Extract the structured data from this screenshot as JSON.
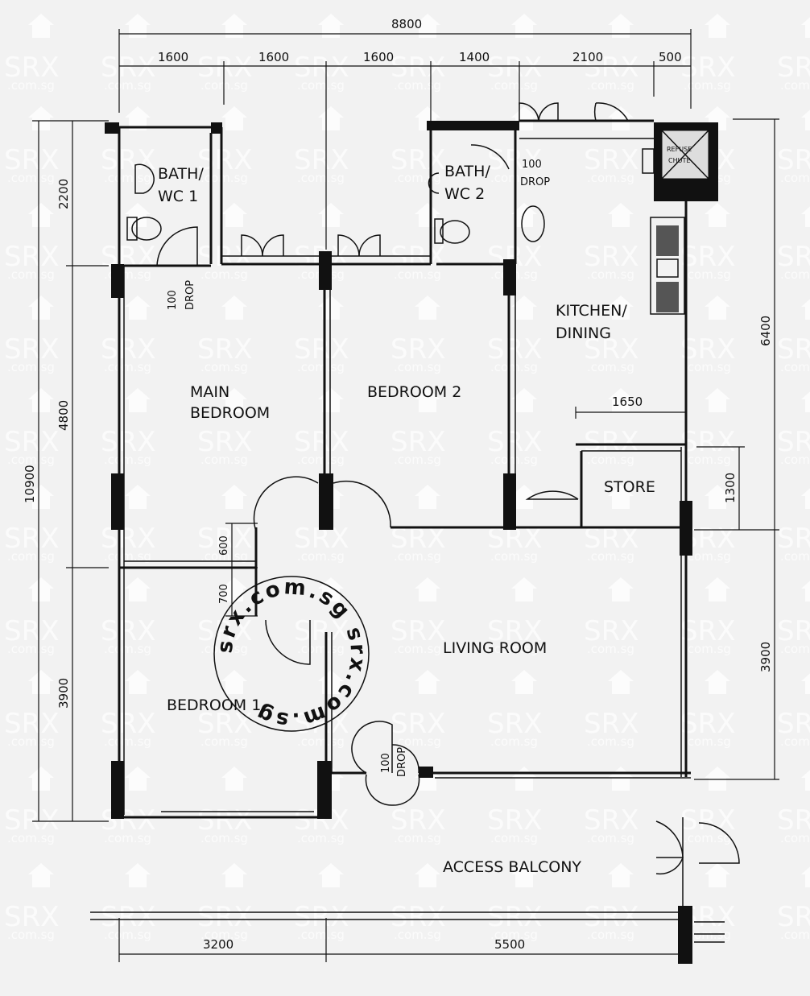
{
  "rooms": {
    "bath_wc1": [
      "BATH/",
      "WC 1"
    ],
    "bath_wc2": [
      "BATH/",
      "WC 2"
    ],
    "main_bedroom": [
      "MAIN",
      "BEDROOM"
    ],
    "bedroom2": "BEDROOM 2",
    "kitchen": [
      "KITCHEN/",
      "DINING"
    ],
    "store": "STORE",
    "living_room": "LIVING ROOM",
    "bedroom1": "BEDROOM 1",
    "access_balcony": "ACCESS BALCONY",
    "refuse_chute": [
      "REFUSE",
      "CHUTE"
    ]
  },
  "drops": {
    "wc1": [
      "100",
      "DROP"
    ],
    "wc2": [
      "100",
      "DROP"
    ],
    "entrance": [
      "100",
      "DROP"
    ]
  },
  "dimensions": {
    "top_total": "8800",
    "top_segments": [
      "1600",
      "1600",
      "1600",
      "1400",
      "2100",
      "500"
    ],
    "left_total": "10900",
    "left_segments": [
      "2200",
      "4800",
      "3900"
    ],
    "right_segments": [
      "6400",
      "3900"
    ],
    "bottom_segments": [
      "3200",
      "5500"
    ],
    "kitchen_width": "1650",
    "store_height": "1300",
    "bedroom1_door": [
      "600",
      "700"
    ]
  },
  "watermark": {
    "brand": "SRX",
    "domain": ".com.sg",
    "stamp": "srx.com.sg srx.com.sg"
  }
}
